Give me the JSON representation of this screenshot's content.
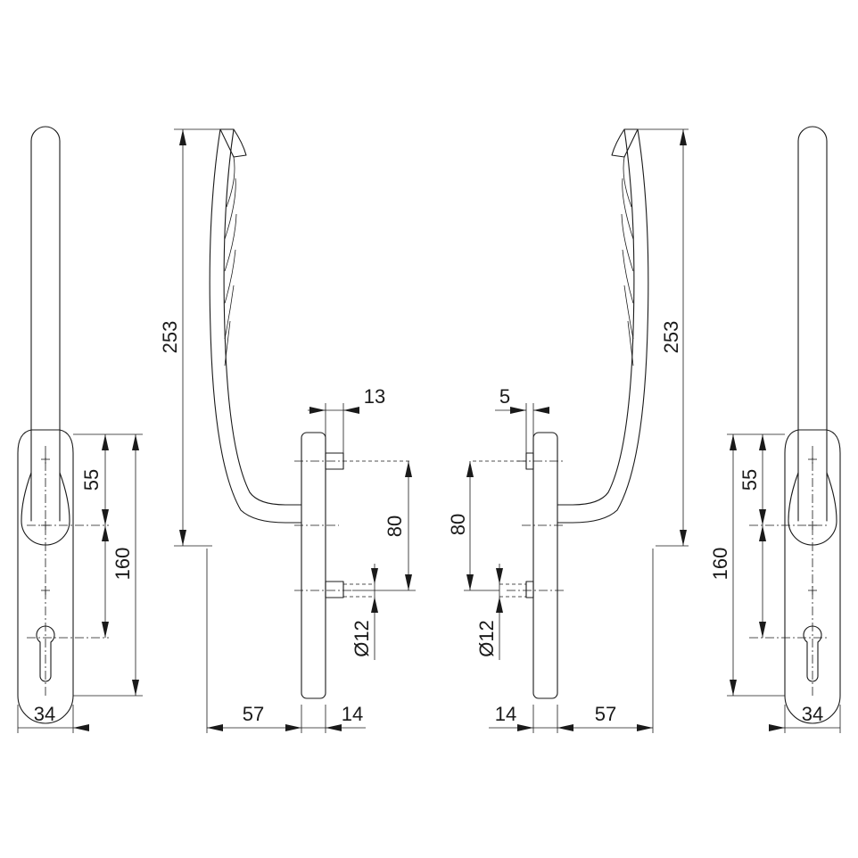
{
  "dimensions": {
    "left_plate_width": "34",
    "left_screw_spacing": "55",
    "left_plate_height": "160",
    "left_handle_height": "253",
    "left_projection": "57",
    "left_rose_thickness": "14",
    "left_spindle_length": "13",
    "left_fixing_spacing": "80",
    "left_boss_diameter": "Ø12",
    "right_spindle_length": "5",
    "right_fixing_spacing": "80",
    "right_boss_diameter": "Ø12",
    "right_rose_thickness": "14",
    "right_projection": "57",
    "right_handle_height": "253",
    "right_screw_spacing": "55",
    "right_plate_height": "160",
    "right_plate_width": "34"
  }
}
